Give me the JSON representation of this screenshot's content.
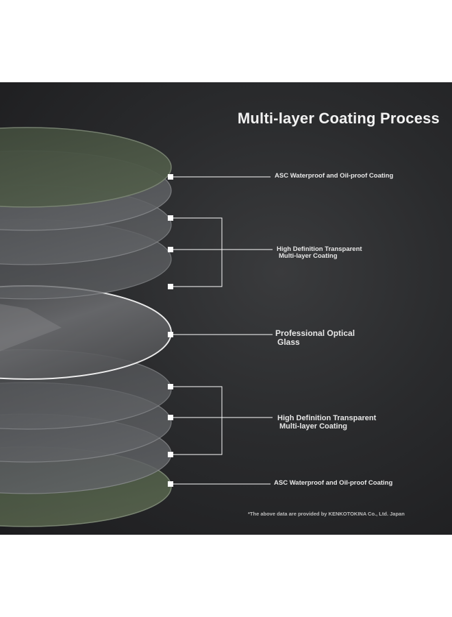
{
  "title": "Multi-layer Coating Process",
  "labels": {
    "asc_top": "ASC Waterproof and Oil-proof Coating",
    "hd_top_line1": "High Definition Transparent",
    "hd_top_line2": "Multi-layer Coating",
    "glass_line1": "Professional Optical",
    "glass_line2": "Glass",
    "hd_bottom_line1": "High Definition Transparent",
    "hd_bottom_line2": "Multi-layer Coating",
    "asc_bottom": "ASC Waterproof and Oil-proof Coating"
  },
  "footnote": "*The above data are provided by KENKOTOKINA Co., Ltd. Japan",
  "colors": {
    "background": "#2a2b2d",
    "asc_layer": "#4d5a48",
    "coating_layer": "#5f6164",
    "glass_edge": "#ffffff",
    "text": "#e8e8e8"
  }
}
